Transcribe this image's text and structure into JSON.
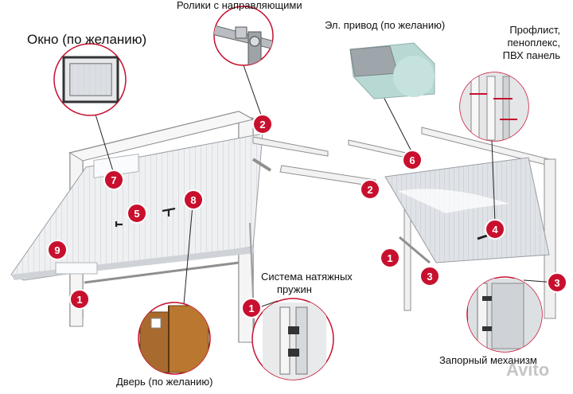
{
  "labels": {
    "window": "Окно (по желанию)",
    "rollers": "Ролики с направляющими",
    "drive": "Эл. привод (по желанию)",
    "panel_line1": "Профлист,",
    "panel_line2": "пеноплекс,",
    "panel_line3": "ПВХ панель",
    "springs_line1": "Система натяжных",
    "springs_line2": "пружин",
    "door": "Дверь (по желанию)",
    "lock": "Запорный механизм"
  },
  "markers": {
    "m1a": "1",
    "m1b": "1",
    "m1c": "1",
    "m2a": "2",
    "m2b": "2",
    "m3a": "3",
    "m3b": "3",
    "m4": "4",
    "m5": "5",
    "m6": "6",
    "m7": "7",
    "m8": "8",
    "m9": "9"
  },
  "watermark": "Avito",
  "colors": {
    "marker": "#c8102e",
    "frame": "#ffffff",
    "frame_stroke": "#8f8f8f",
    "panel": "#eceef0",
    "wood": "#a86a2e",
    "drive_body": "#b8d8d4"
  }
}
